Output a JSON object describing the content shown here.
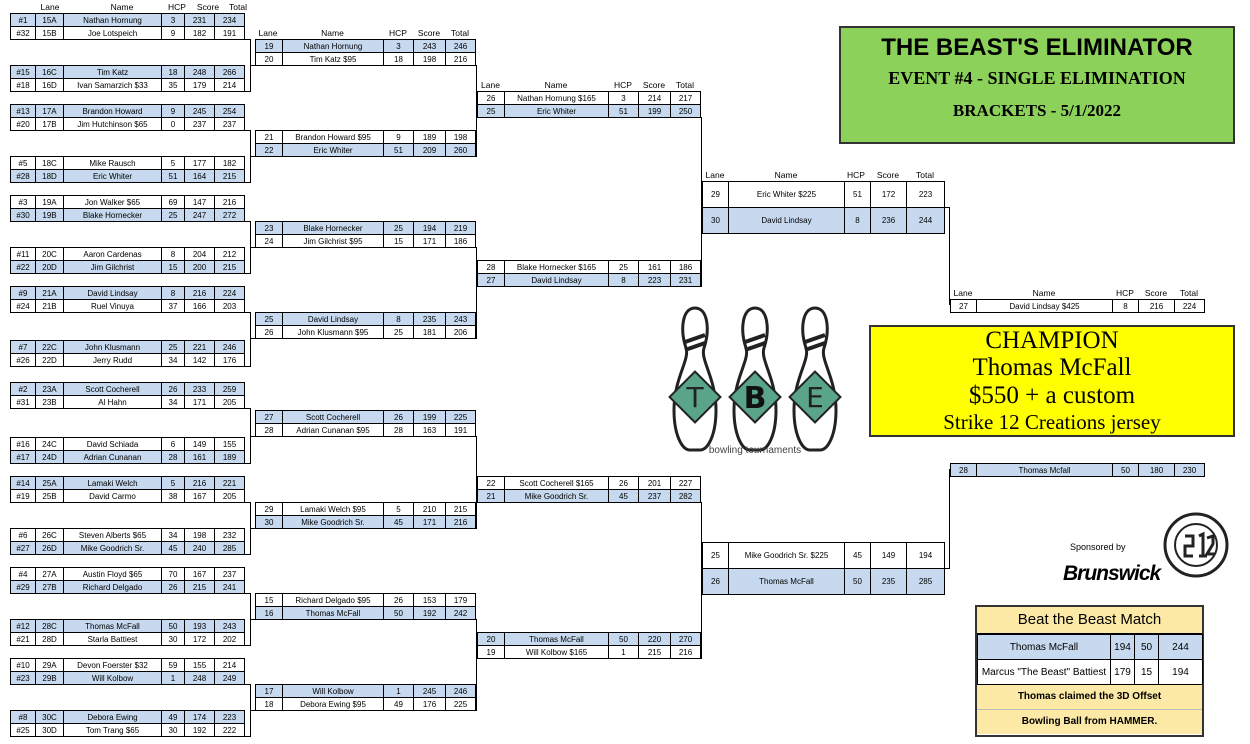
{
  "headers": {
    "lane": "Lane",
    "name": "Name",
    "hcp": "HCP",
    "score": "Score",
    "total": "Total"
  },
  "title": {
    "line1": "THE BEAST'S ELIMINATOR",
    "line2": "EVENT #4 - SINGLE ELIMINATION",
    "line3": "BRACKETS - 5/1/2022"
  },
  "champion": {
    "line1": "CHAMPION",
    "line2": "Thomas McFall",
    "line3": "$550 + a custom",
    "line4": "Strike 12 Creations jersey"
  },
  "logo": {
    "caption": "bowling tournaments",
    "letters": [
      "T",
      "B",
      "E"
    ]
  },
  "sponsor": {
    "label": "Sponsored by",
    "brand": "Brunswick"
  },
  "beast_match": {
    "title": "Beat the Beast Match",
    "rows": [
      {
        "name": "Thomas McFall",
        "score": "194",
        "hcp": "50",
        "total": "244"
      },
      {
        "name": "Marcus \"The Beast\" Battiest",
        "score": "179",
        "hcp": "15",
        "total": "194"
      }
    ],
    "note1": "Thomas claimed the 3D Offset",
    "note2": "Bowling Ball from HAMMER."
  },
  "round1": [
    {
      "rows": [
        {
          "seed": "#1",
          "lane": "15A",
          "name": "Nathan Hornung",
          "hcp": "3",
          "score": "231",
          "total": "234",
          "win": true
        },
        {
          "seed": "#32",
          "lane": "15B",
          "name": "Joe Lotspeich",
          "hcp": "9",
          "score": "182",
          "total": "191"
        }
      ]
    },
    {
      "rows": [
        {
          "seed": "#15",
          "lane": "16C",
          "name": "Tim Katz",
          "hcp": "18",
          "score": "248",
          "total": "266",
          "win": true
        },
        {
          "seed": "#18",
          "lane": "16D",
          "name": "Ivan Samarzich $33",
          "hcp": "35",
          "score": "179",
          "total": "214"
        }
      ]
    },
    {
      "rows": [
        {
          "seed": "#13",
          "lane": "17A",
          "name": "Brandon Howard",
          "hcp": "9",
          "score": "245",
          "total": "254",
          "win": true
        },
        {
          "seed": "#20",
          "lane": "17B",
          "name": "Jim Hutchinson $65",
          "hcp": "0",
          "score": "237",
          "total": "237"
        }
      ]
    },
    {
      "rows": [
        {
          "seed": "#5",
          "lane": "18C",
          "name": "Mike Rausch",
          "hcp": "5",
          "score": "177",
          "total": "182"
        },
        {
          "seed": "#28",
          "lane": "18D",
          "name": "Eric Whiter",
          "hcp": "51",
          "score": "164",
          "total": "215",
          "win": true
        }
      ]
    },
    {
      "rows": [
        {
          "seed": "#3",
          "lane": "19A",
          "name": "Jon Walker $65",
          "hcp": "69",
          "score": "147",
          "total": "216"
        },
        {
          "seed": "#30",
          "lane": "19B",
          "name": "Blake Hornecker",
          "hcp": "25",
          "score": "247",
          "total": "272",
          "win": true
        }
      ]
    },
    {
      "rows": [
        {
          "seed": "#11",
          "lane": "20C",
          "name": "Aaron Cardenas",
          "hcp": "8",
          "score": "204",
          "total": "212"
        },
        {
          "seed": "#22",
          "lane": "20D",
          "name": "Jim Gilchrist",
          "hcp": "15",
          "score": "200",
          "total": "215",
          "win": true
        }
      ]
    },
    {
      "rows": [
        {
          "seed": "#9",
          "lane": "21A",
          "name": "David Lindsay",
          "hcp": "8",
          "score": "216",
          "total": "224",
          "win": true
        },
        {
          "seed": "#24",
          "lane": "21B",
          "name": "Ruel Vinuya",
          "hcp": "37",
          "score": "166",
          "total": "203"
        }
      ]
    },
    {
      "rows": [
        {
          "seed": "#7",
          "lane": "22C",
          "name": "John Klusmann",
          "hcp": "25",
          "score": "221",
          "total": "246",
          "win": true
        },
        {
          "seed": "#26",
          "lane": "22D",
          "name": "Jerry Rudd",
          "hcp": "34",
          "score": "142",
          "total": "176"
        }
      ]
    },
    {
      "rows": [
        {
          "seed": "#2",
          "lane": "23A",
          "name": "Scott Cocherell",
          "hcp": "26",
          "score": "233",
          "total": "259",
          "win": true
        },
        {
          "seed": "#31",
          "lane": "23B",
          "name": "Al Hahn",
          "hcp": "34",
          "score": "171",
          "total": "205"
        }
      ]
    },
    {
      "rows": [
        {
          "seed": "#16",
          "lane": "24C",
          "name": "David Schiada",
          "hcp": "6",
          "score": "149",
          "total": "155"
        },
        {
          "seed": "#17",
          "lane": "24D",
          "name": "Adrian Cunanan",
          "hcp": "28",
          "score": "161",
          "total": "189",
          "win": true
        }
      ]
    },
    {
      "rows": [
        {
          "seed": "#14",
          "lane": "25A",
          "name": "Lamaki Welch",
          "hcp": "5",
          "score": "216",
          "total": "221",
          "win": true
        },
        {
          "seed": "#19",
          "lane": "25B",
          "name": "David Carmo",
          "hcp": "38",
          "score": "167",
          "total": "205"
        }
      ]
    },
    {
      "rows": [
        {
          "seed": "#6",
          "lane": "26C",
          "name": "Steven Alberts $65",
          "hcp": "34",
          "score": "198",
          "total": "232"
        },
        {
          "seed": "#27",
          "lane": "26D",
          "name": "Mike Goodrich Sr.",
          "hcp": "45",
          "score": "240",
          "total": "285",
          "win": true
        }
      ]
    },
    {
      "rows": [
        {
          "seed": "#4",
          "lane": "27A",
          "name": "Austin Floyd $65",
          "hcp": "70",
          "score": "167",
          "total": "237"
        },
        {
          "seed": "#29",
          "lane": "27B",
          "name": "Richard Delgado",
          "hcp": "26",
          "score": "215",
          "total": "241",
          "win": true
        }
      ]
    },
    {
      "rows": [
        {
          "seed": "#12",
          "lane": "28C",
          "name": "Thomas McFall",
          "hcp": "50",
          "score": "193",
          "total": "243",
          "win": true
        },
        {
          "seed": "#21",
          "lane": "28D",
          "name": "Starla Battiest",
          "hcp": "30",
          "score": "172",
          "total": "202"
        }
      ]
    },
    {
      "rows": [
        {
          "seed": "#10",
          "lane": "29A",
          "name": "Devon Foerster $32",
          "hcp": "59",
          "score": "155",
          "total": "214"
        },
        {
          "seed": "#23",
          "lane": "29B",
          "name": "Will Kolbow",
          "hcp": "1",
          "score": "248",
          "total": "249",
          "win": true
        }
      ]
    },
    {
      "rows": [
        {
          "seed": "#8",
          "lane": "30C",
          "name": "Debora Ewing",
          "hcp": "49",
          "score": "174",
          "total": "223",
          "win": true
        },
        {
          "seed": "#25",
          "lane": "30D",
          "name": "Tom Trang $65",
          "hcp": "30",
          "score": "192",
          "total": "222"
        }
      ]
    }
  ],
  "round2": [
    {
      "rows": [
        {
          "lane": "19",
          "name": "Nathan Hornung",
          "hcp": "3",
          "score": "243",
          "total": "246",
          "win": true
        },
        {
          "lane": "20",
          "name": "Tim Katz $95",
          "hcp": "18",
          "score": "198",
          "total": "216"
        }
      ]
    },
    {
      "rows": [
        {
          "lane": "21",
          "name": "Brandon Howard $95",
          "hcp": "9",
          "score": "189",
          "total": "198"
        },
        {
          "lane": "22",
          "name": "Eric Whiter",
          "hcp": "51",
          "score": "209",
          "total": "260",
          "win": true
        }
      ]
    },
    {
      "rows": [
        {
          "lane": "23",
          "name": "Blake Hornecker",
          "hcp": "25",
          "score": "194",
          "total": "219",
          "win": true
        },
        {
          "lane": "24",
          "name": "Jim Gilchrist $95",
          "hcp": "15",
          "score": "171",
          "total": "186"
        }
      ]
    },
    {
      "rows": [
        {
          "lane": "25",
          "name": "David Lindsay",
          "hcp": "8",
          "score": "235",
          "total": "243",
          "win": true
        },
        {
          "lane": "26",
          "name": "John Klusmann $95",
          "hcp": "25",
          "score": "181",
          "total": "206"
        }
      ]
    },
    {
      "rows": [
        {
          "lane": "27",
          "name": "Scott Cocherell",
          "hcp": "26",
          "score": "199",
          "total": "225",
          "win": true
        },
        {
          "lane": "28",
          "name": "Adrian Cunanan $95",
          "hcp": "28",
          "score": "163",
          "total": "191"
        }
      ]
    },
    {
      "rows": [
        {
          "lane": "29",
          "name": "Lamaki Welch $95",
          "hcp": "5",
          "score": "210",
          "total": "215"
        },
        {
          "lane": "30",
          "name": "Mike Goodrich Sr.",
          "hcp": "45",
          "score": "171",
          "total": "216",
          "win": true
        }
      ]
    },
    {
      "rows": [
        {
          "lane": "15",
          "name": "Richard Delgado $95",
          "hcp": "26",
          "score": "153",
          "total": "179"
        },
        {
          "lane": "16",
          "name": "Thomas McFall",
          "hcp": "50",
          "score": "192",
          "total": "242",
          "win": true
        }
      ]
    },
    {
      "rows": [
        {
          "lane": "17",
          "name": "Will Kolbow",
          "hcp": "1",
          "score": "245",
          "total": "246",
          "win": true
        },
        {
          "lane": "18",
          "name": "Debora Ewing $95",
          "hcp": "49",
          "score": "176",
          "total": "225"
        }
      ]
    }
  ],
  "round3": [
    {
      "rows": [
        {
          "lane": "26",
          "name": "Nathan Hornung $165",
          "hcp": "3",
          "score": "214",
          "total": "217"
        },
        {
          "lane": "25",
          "name": "Eric Whiter",
          "hcp": "51",
          "score": "199",
          "total": "250",
          "win": true
        }
      ]
    },
    {
      "rows": [
        {
          "lane": "28",
          "name": "Blake Hornecker $165",
          "hcp": "25",
          "score": "161",
          "total": "186"
        },
        {
          "lane": "27",
          "name": "David Lindsay",
          "hcp": "8",
          "score": "223",
          "total": "231",
          "win": true
        }
      ]
    },
    {
      "rows": [
        {
          "lane": "22",
          "name": "Scott Cocherell $165",
          "hcp": "26",
          "score": "201",
          "total": "227"
        },
        {
          "lane": "21",
          "name": "Mike Goodrich Sr.",
          "hcp": "45",
          "score": "237",
          "total": "282",
          "win": true
        }
      ]
    },
    {
      "rows": [
        {
          "lane": "20",
          "name": "Thomas McFall",
          "hcp": "50",
          "score": "220",
          "total": "270",
          "win": true
        },
        {
          "lane": "19",
          "name": "Will Kolbow $165",
          "hcp": "1",
          "score": "215",
          "total": "216"
        }
      ]
    }
  ],
  "round4": [
    {
      "rows": [
        {
          "lane": "29",
          "name": "Eric Whiter $225",
          "hcp": "51",
          "score": "172",
          "total": "223"
        },
        {
          "lane": "30",
          "name": "David Lindsay",
          "hcp": "8",
          "score": "236",
          "total": "244",
          "win": true
        }
      ]
    },
    {
      "rows": [
        {
          "lane": "25",
          "name": "Mike Goodrich Sr. $225",
          "hcp": "45",
          "score": "149",
          "total": "194"
        },
        {
          "lane": "26",
          "name": "Thomas McFall",
          "hcp": "50",
          "score": "235",
          "total": "285",
          "win": true
        }
      ]
    }
  ],
  "final": [
    {
      "rows": [
        {
          "lane": "27",
          "name": "David Lindsay $425",
          "hcp": "8",
          "score": "216",
          "total": "224"
        }
      ]
    },
    {
      "rows": [
        {
          "lane": "28",
          "name": "Thomas Mcfall",
          "hcp": "50",
          "score": "180",
          "total": "230",
          "win": true
        }
      ]
    }
  ]
}
